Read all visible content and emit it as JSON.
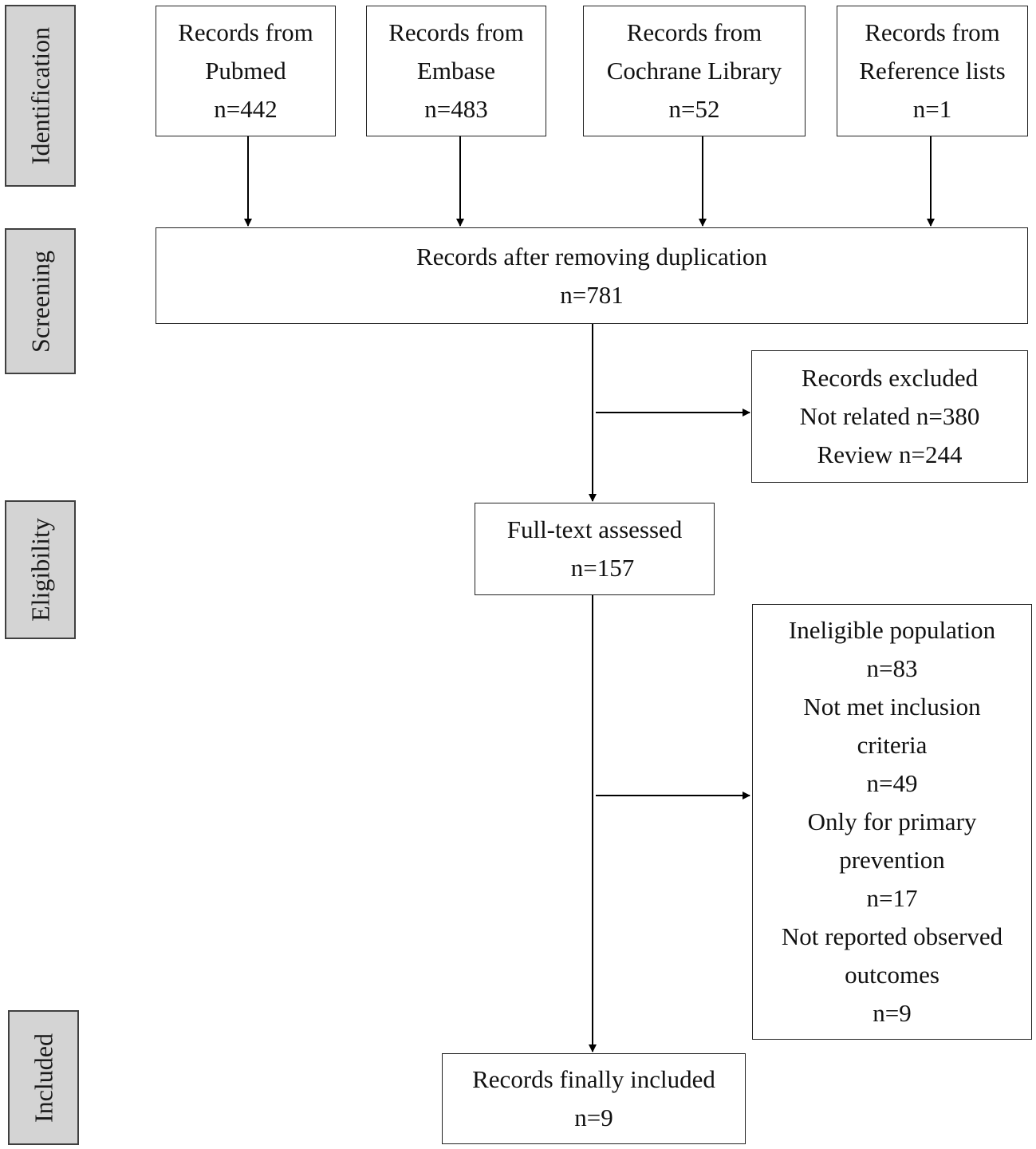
{
  "stages": {
    "identification": "Identification",
    "screening": "Screening",
    "eligibility": "Eligibility",
    "included": "Included"
  },
  "sources": [
    {
      "line1": "Records from",
      "line2": "Pubmed",
      "count": "n=442"
    },
    {
      "line1": "Records from",
      "line2": "Embase",
      "count": "n=483"
    },
    {
      "line1": "Records from",
      "line2": "Cochrane Library",
      "count": "n=52"
    },
    {
      "line1": "Records from",
      "line2": "Reference lists",
      "count": "n=1"
    }
  ],
  "dedup": {
    "label": "Records after removing duplication",
    "count": "n=781"
  },
  "excluded": {
    "title": "Records excluded",
    "not_related": "Not related n=380",
    "review": "Review n=244"
  },
  "fulltext": {
    "label": "Full-text assessed",
    "count": "n=157"
  },
  "ineligible": {
    "population_label": "Ineligible population",
    "population_count": "n=83",
    "criteria_line1": "Not met inclusion",
    "criteria_line2": "criteria",
    "criteria_count": "n=49",
    "primary_line1": "Only for primary",
    "primary_line2": "prevention",
    "primary_count": "n=17",
    "outcomes_line1": "Not reported observed",
    "outcomes_line2": "outcomes",
    "outcomes_count": "n=9"
  },
  "final": {
    "label": "Records finally included",
    "count": "n=9"
  }
}
